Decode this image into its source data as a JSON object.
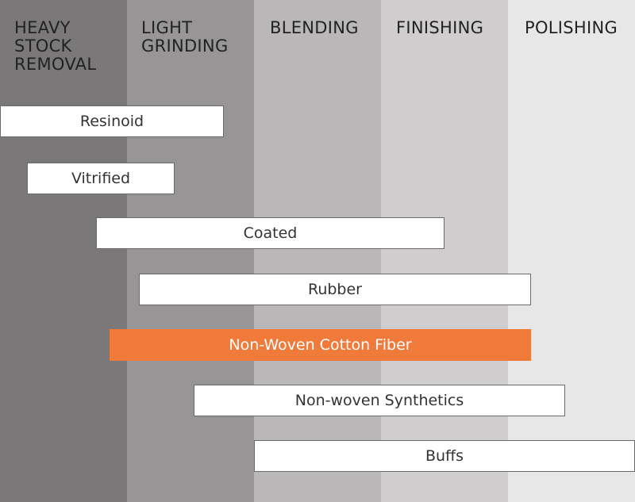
{
  "stages": [
    {
      "label": "HEAVY STOCK REMOVAL",
      "color": "#7a7879"
    },
    {
      "label": "LIGHT GRINDING",
      "color": "#979596"
    },
    {
      "label": "BLENDING",
      "color": "#b9b7b8"
    },
    {
      "label": "FINISHING",
      "color": "#cfcdce"
    },
    {
      "label": "POLISHING",
      "color": "#e8e7e8"
    }
  ],
  "products": [
    {
      "label": "Resinoid",
      "highlight": false
    },
    {
      "label": "Vitrified",
      "highlight": false
    },
    {
      "label": "Coated",
      "highlight": false
    },
    {
      "label": "Rubber",
      "highlight": false
    },
    {
      "label": "Non-Woven Cotton Fiber",
      "highlight": true,
      "color": "#f07a3a"
    },
    {
      "label": "Non-woven Synthetics",
      "highlight": false
    },
    {
      "label": "Buffs",
      "highlight": false
    }
  ]
}
